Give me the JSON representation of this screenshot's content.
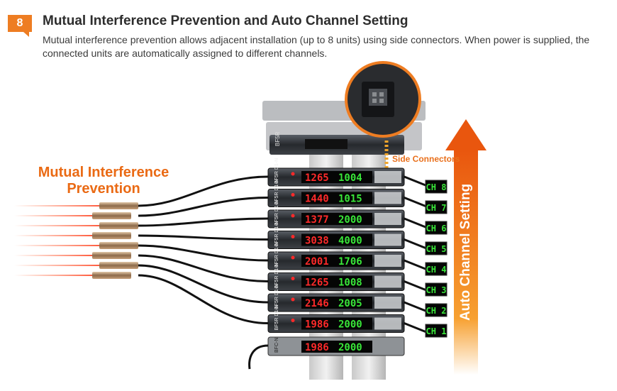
{
  "section": {
    "number": "8",
    "title": "Mutual Interference Prevention and Auto Channel Setting",
    "description": "Mutual interference prevention allows adjacent installation (up to 8 units) using side connectors. When power is supplied, the connected units are automatically assigned to different channels."
  },
  "labels": {
    "mutual_interference": "Mutual Interference Prevention",
    "side_connectors": "Side Connectors",
    "auto_channel": "Auto Channel Setting"
  },
  "units": [
    {
      "model": "BF5R D1-N",
      "red": "1265",
      "green": "1004",
      "channel": "CH 8"
    },
    {
      "model": "BF5R D1-N",
      "red": "1440",
      "green": "1015",
      "channel": "CH 7"
    },
    {
      "model": "BF5R D1-N",
      "red": "1377",
      "green": "2000",
      "channel": "CH 6"
    },
    {
      "model": "BF5R D1-N",
      "red": "3038",
      "green": "4000",
      "channel": "CH 5"
    },
    {
      "model": "BF5R D1-N",
      "red": "2001",
      "green": "1706",
      "channel": "CH 4"
    },
    {
      "model": "BF5R D1-N",
      "red": "1265",
      "green": "1008",
      "channel": "CH 3"
    },
    {
      "model": "BF5R D1-N",
      "red": "2146",
      "green": "2005",
      "channel": "CH 2"
    },
    {
      "model": "BF5R D1-N",
      "red": "1986",
      "green": "2000",
      "channel": "CH 1"
    }
  ],
  "end_unit": {
    "model": "BFC-N",
    "red": "1986",
    "green": "2000"
  },
  "colors": {
    "accent": "#ee7d22",
    "led_red": "#ff2a2a",
    "led_green": "#39e639"
  }
}
